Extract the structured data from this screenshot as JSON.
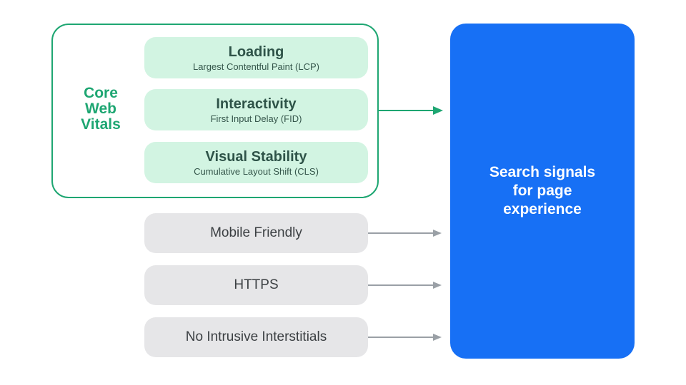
{
  "diagram": {
    "core_web_vitals": {
      "label": "Core\nWeb\nVitals",
      "items": [
        {
          "title": "Loading",
          "subtitle": "Largest Contentful Paint (LCP)"
        },
        {
          "title": "Interactivity",
          "subtitle": "First Input Delay (FID)"
        },
        {
          "title": "Visual Stability",
          "subtitle": "Cumulative Layout Shift (CLS)"
        }
      ]
    },
    "other_signals": [
      {
        "label": "Mobile Friendly"
      },
      {
        "label": "HTTPS"
      },
      {
        "label": "No Intrusive Interstitials"
      }
    ],
    "result": {
      "label": "Search signals\nfor page\nexperience"
    },
    "colors": {
      "green_accent": "#1EA672",
      "mint_fill": "#D2F4E2",
      "dark_green_text": "#2E5348",
      "gray_fill": "#E6E6E8",
      "gray_text": "#3C4043",
      "arrow_gray": "#9AA0A6",
      "blue_fill": "#1770F5",
      "white_text": "#FFFFFF"
    }
  }
}
